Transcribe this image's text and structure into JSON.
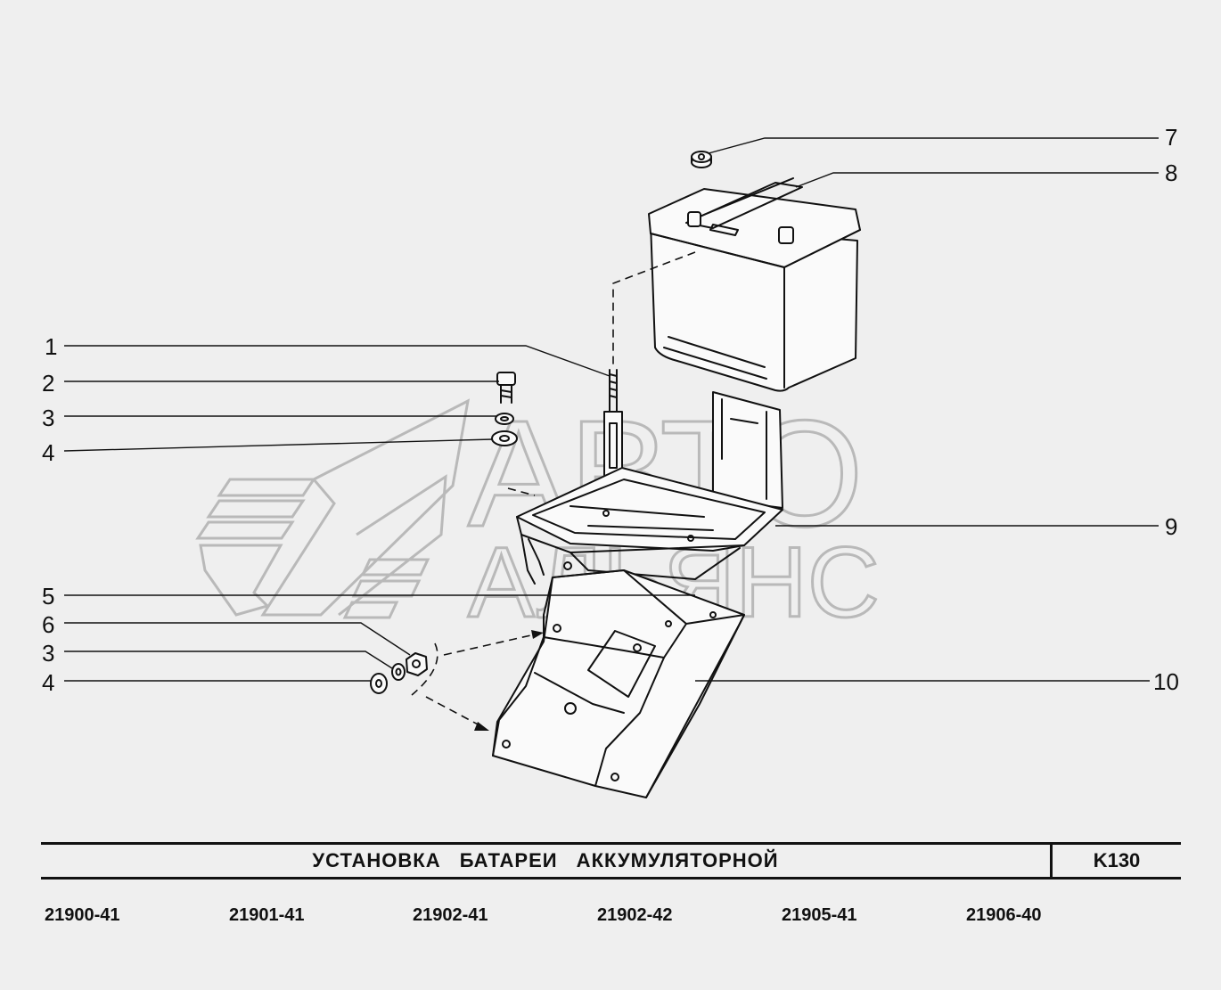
{
  "callouts": {
    "n1": "1",
    "n2": "2",
    "n3a": "3",
    "n4a": "4",
    "n5": "5",
    "n6": "6",
    "n3b": "3",
    "n4b": "4",
    "n7": "7",
    "n8": "8",
    "n9": "9",
    "n10": "10"
  },
  "watermark": {
    "line1": "АВТО",
    "line2": "АЛЬЯНС"
  },
  "title": {
    "text": "УСТАНОВКА БАТАРЕИ АККУМУЛЯТОРНОЙ",
    "code": "K130"
  },
  "models": [
    "21900-41",
    "21901-41",
    "21902-41",
    "21902-42",
    "21905-41",
    "21906-40"
  ],
  "colors": {
    "background": "#efefef",
    "ink": "#111111",
    "watermark": "#b9b9b9"
  }
}
